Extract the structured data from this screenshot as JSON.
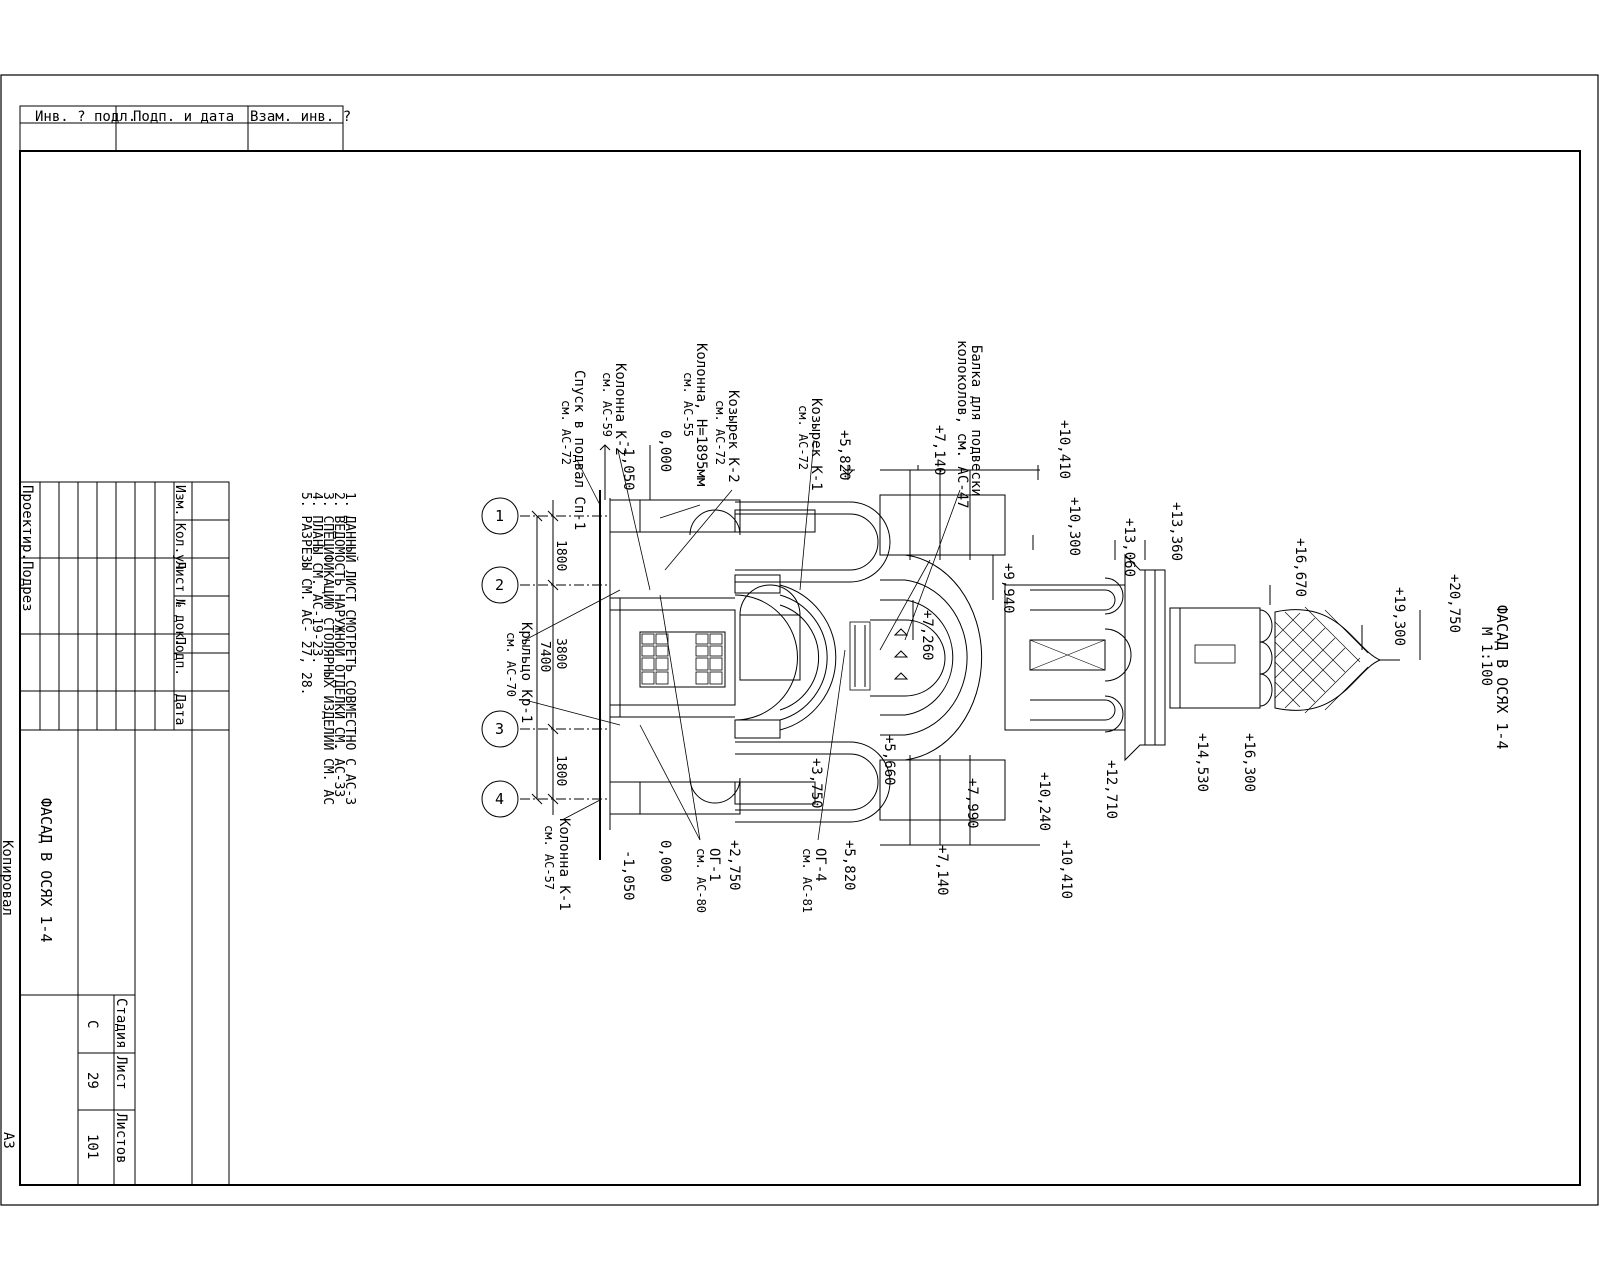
{
  "sheet_format": "A3",
  "copied_label": "Копировал",
  "top_stamp": {
    "inv_podl": "Инв. ? подл.",
    "podp_data": "Подп. и дата",
    "vzam_inv": "Взам. инв. ?"
  },
  "title_block": {
    "headers": [
      "Изм.",
      "Кол.уч",
      "Лист",
      "№ док.",
      "Подп.",
      "Дата"
    ],
    "designer_role": "Проектир.",
    "designer_name": "Подрез",
    "sheet_title": "ФАСАД В ОСЯХ 1-4",
    "stage_label": "Стадия",
    "sheet_label": "Лист",
    "sheets_label": "Листов",
    "stage": "С",
    "sheet": "29",
    "sheets": "101"
  },
  "notes": [
    "1. ДАННЫЙ ЛИСТ СМОТРЕТЬ СОВМЕСТНО С АС-3",
    "2. ВЕДОМОСТЬ НАРУЖНОЙ ОТДЕЛКИ СМ. АС-33",
    "3. СПЕЦИФИКАЦИЮ СТОЛЯРНЫХ ИЗДЕЛИЙ СМ. АС",
    "4. ПЛАНЫ СМ. АС-19-23.",
    "5. РАЗРЕЗЫ СМ. АС- 27, 28."
  ],
  "drawing_title": "ФАСАД В ОСЯХ 1-4",
  "drawing_scale": "М 1:100",
  "axes": [
    "1",
    "2",
    "3",
    "4"
  ],
  "dimensions": {
    "d1": "1800",
    "d2": "3800",
    "d3": "1800",
    "total": "7400"
  },
  "levels_top": [
    "-1,050",
    "0,000",
    "+5,820",
    "+7,140",
    "+10,410",
    "+10,300",
    "+9,940",
    "+7,260",
    "+13,060",
    "+13,360",
    "+16,670",
    "+19,300",
    "+20,750"
  ],
  "levels_bottom": [
    "-1,050",
    "0,000",
    "+2,750",
    "+3,750",
    "+5,660",
    "+5,820",
    "+7,140",
    "+7,990",
    "+10,240",
    "+10,410",
    "+12,710",
    "+14,530",
    "+16,300"
  ],
  "callouts_top": [
    [
      "Спуск в подвал Сп-1",
      "см. АС-72"
    ],
    [
      "Колонна К-2",
      "см. АС-59"
    ],
    [
      "Колонна, Н=1895мм",
      "см. АС-55"
    ],
    [
      "Козырек К-2",
      "см. АС-72"
    ],
    [
      "Козырек К-1",
      "см. АС-72"
    ],
    [
      "Балка для подвески",
      "колоколов, см. АС-47"
    ]
  ],
  "callouts_bottom": [
    [
      "Крыльцо Кр-1",
      "см. АС-70"
    ],
    [
      "Колонна К-1",
      "см. АС-57"
    ],
    [
      "ОГ-1",
      "см. АС-80"
    ],
    [
      "ОГ-4",
      "см. АС-81"
    ]
  ]
}
